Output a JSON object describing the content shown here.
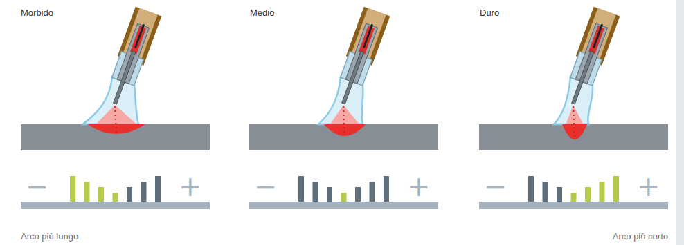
{
  "diagram": {
    "labels": [
      "Morbido",
      "Medio",
      "Duro",
      "−",
      "+",
      "−",
      "+",
      "−",
      "+",
      "Arco più lungo",
      "Arco più corto"
    ]
  }
}
